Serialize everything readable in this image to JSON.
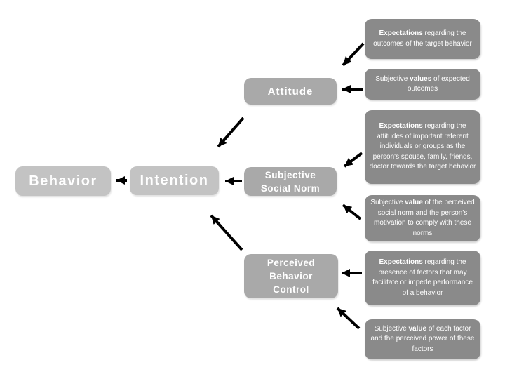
{
  "colors": {
    "background": "#ffffff",
    "primary_node_fill": "#c3c3c3",
    "secondary_node_fill": "#a9a9a9",
    "note_fill": "#8a8a8a",
    "node_text": "#ffffff",
    "arrow": "#000000"
  },
  "nodes": {
    "behavior": {
      "label": "Behavior"
    },
    "intention": {
      "label": "Intention"
    },
    "attitude": {
      "label": "Attitude"
    },
    "social_norm": {
      "label": "Subjective\nSocial Norm"
    },
    "control": {
      "label": "Perceived\nBehavior\nControl"
    }
  },
  "notes": [
    {
      "pre": "",
      "bold": "Expectations",
      "post": " regarding the outcomes of the target behavior"
    },
    {
      "pre": "Subjective ",
      "bold": "values",
      "post": " of expected outcomes"
    },
    {
      "pre": "",
      "bold": "Expectations",
      "post": " regarding the attitudes of important referent individuals or groups as the person's spouse, family, friends, doctor towards the target behavior"
    },
    {
      "pre": "Subjective ",
      "bold": "value",
      "post": " of the perceived social norm and the person's motivation to comply with these norms"
    },
    {
      "pre": "",
      "bold": "Expectations",
      "post": " regarding the presence of factors that may facilitate or impede performance of a behavior"
    },
    {
      "pre": "Subjective ",
      "bold": "value",
      "post": " of each factor and the perceived power of these factors"
    }
  ]
}
